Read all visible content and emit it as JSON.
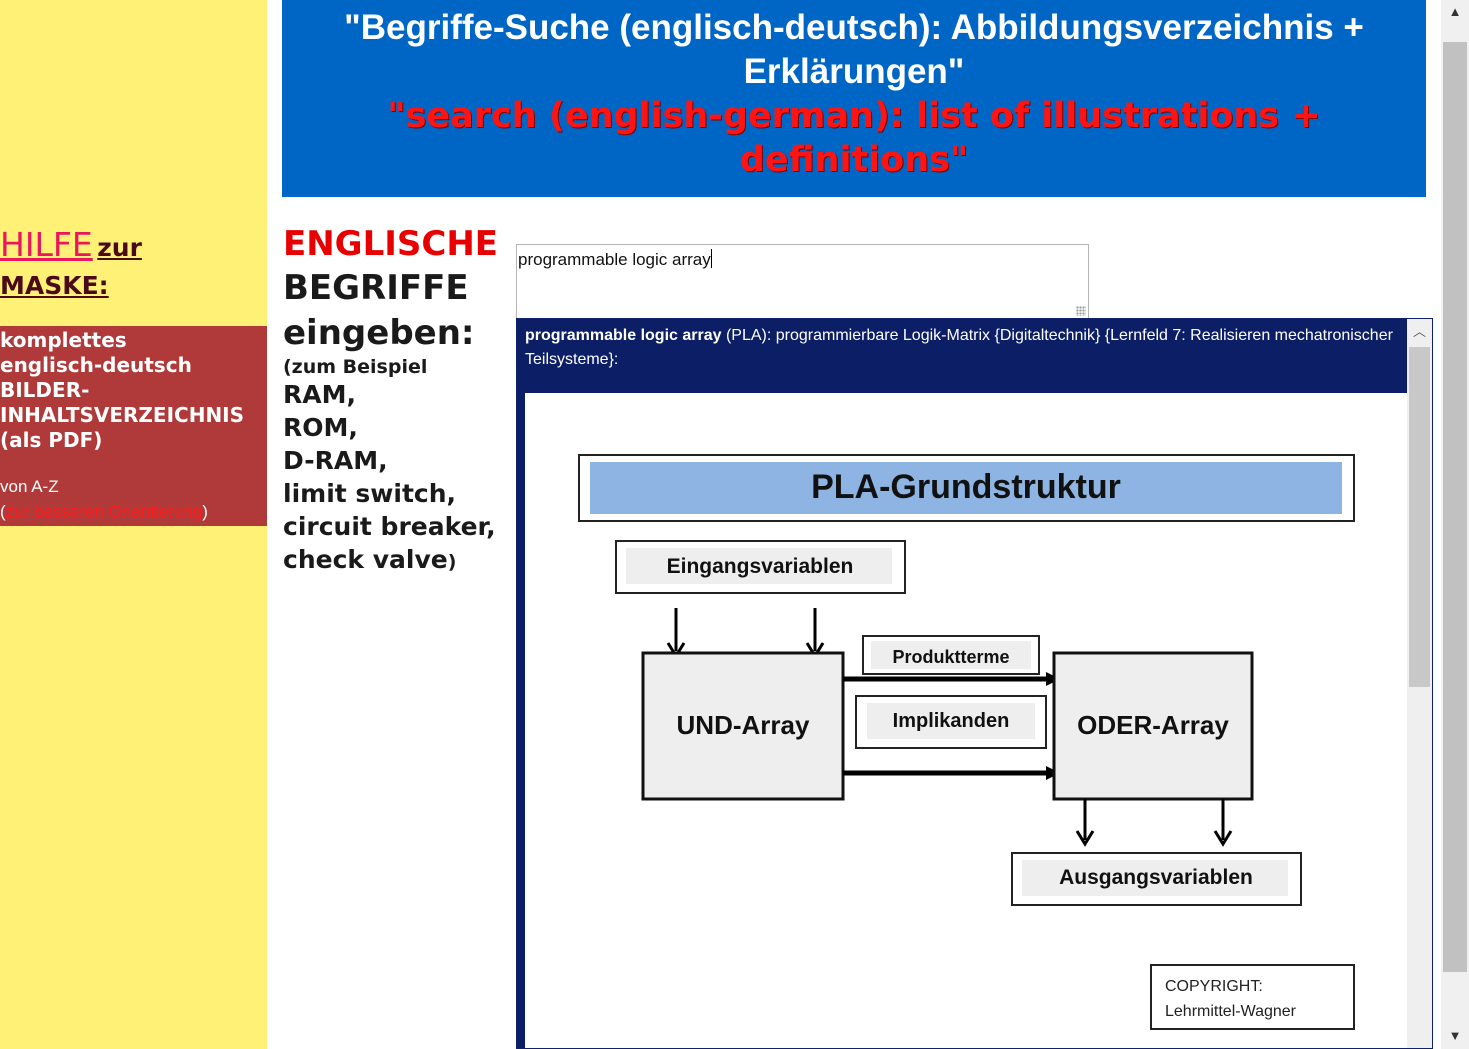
{
  "sidebar": {
    "help_big": "HILFE",
    "help_small": "zur",
    "help_line2": "MASKE:",
    "pdf_lines": [
      "komplettes",
      "englisch-deutsch",
      "BILDER-",
      "INHALTSVERZEICHNIS",
      "(als PDF)"
    ],
    "az": "von A-Z",
    "orient_open": "(",
    "orient_text": "zur besseren Orientierung",
    "orient_close": ")"
  },
  "header": {
    "title_de": "\"Begriffe-Suche (englisch-deutsch): Abbildungsverzeichnis + Erklärungen\"",
    "title_en": "\"search (english-german): list of illustrations + definitions\""
  },
  "instructions": {
    "line1": "ENGLISCHE",
    "line2": "BEGRIFFE",
    "line3": "eingeben:",
    "example_head": "(zum Beispiel",
    "examples": [
      "RAM,",
      "ROM,",
      "D-RAM,",
      "limit switch,",
      "circuit breaker,"
    ],
    "last_example": "check valve",
    "close_paren": ")"
  },
  "search": {
    "value": "programmable logic array"
  },
  "result": {
    "term": "programmable logic array",
    "definition": " (PLA): programmierbare Logik-Matrix {Digitaltechnik} {Lernfeld 7: Realisieren mechatronischer Teilsysteme}:",
    "diagram": {
      "title": "PLA-Grundstruktur",
      "inputs": "Eingangsvariablen",
      "and_array": "UND-Array",
      "products": "Produktterme",
      "implicants": "Implikanden",
      "or_array": "ODER-Array",
      "outputs": "Ausgangsvariablen",
      "copyright_1": "COPYRIGHT:",
      "copyright_2": "Lehrmittel-Wagner"
    }
  },
  "icons": {
    "scroll_up": "▲",
    "scroll_down": "▼",
    "result_scroll_up": "︿"
  },
  "colors": {
    "sidebar_bg": "#FFF176",
    "header_bg": "#0066C5",
    "panel_bg": "#0C1F66",
    "pdf_box_bg": "#B03A3A",
    "accent_red": "#E80000"
  }
}
